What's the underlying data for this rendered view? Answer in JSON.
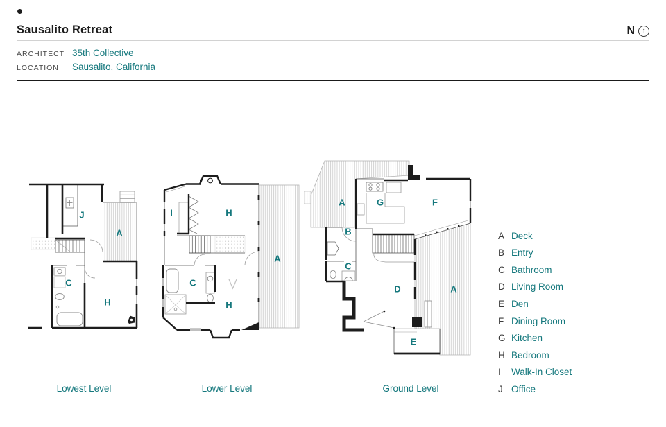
{
  "header": {
    "title": "Sausalito Retreat",
    "meta": [
      {
        "label": "ARCHITECT",
        "value": "35th Collective"
      },
      {
        "label": "LOCATION",
        "value": "Sausalito, California"
      }
    ],
    "compass": {
      "letter": "N",
      "arrow": "↑"
    }
  },
  "plans": [
    {
      "title": "Lowest Level",
      "rooms": [
        "J",
        "A",
        "C",
        "H"
      ]
    },
    {
      "title": "Lower Level",
      "rooms": [
        "I",
        "H",
        "A",
        "C",
        "H"
      ]
    },
    {
      "title": "Ground Level",
      "rooms": [
        "A",
        "G",
        "F",
        "B",
        "C",
        "D",
        "E",
        "A"
      ]
    }
  ],
  "legend": {
    "items": [
      {
        "key": "A",
        "label": "Deck"
      },
      {
        "key": "B",
        "label": "Entry"
      },
      {
        "key": "C",
        "label": "Bathroom"
      },
      {
        "key": "D",
        "label": "Living Room"
      },
      {
        "key": "E",
        "label": "Den"
      },
      {
        "key": "F",
        "label": "Dining Room"
      },
      {
        "key": "G",
        "label": "Kitchen"
      },
      {
        "key": "H",
        "label": "Bedroom"
      },
      {
        "key": "I",
        "label": "Walk-In Closet"
      },
      {
        "key": "J",
        "label": "Office"
      }
    ]
  },
  "colors": {
    "accent": "#15787D",
    "ink": "#1D1D1D",
    "wall": "#1D1D1D",
    "hatch": "#C2C2C2"
  }
}
